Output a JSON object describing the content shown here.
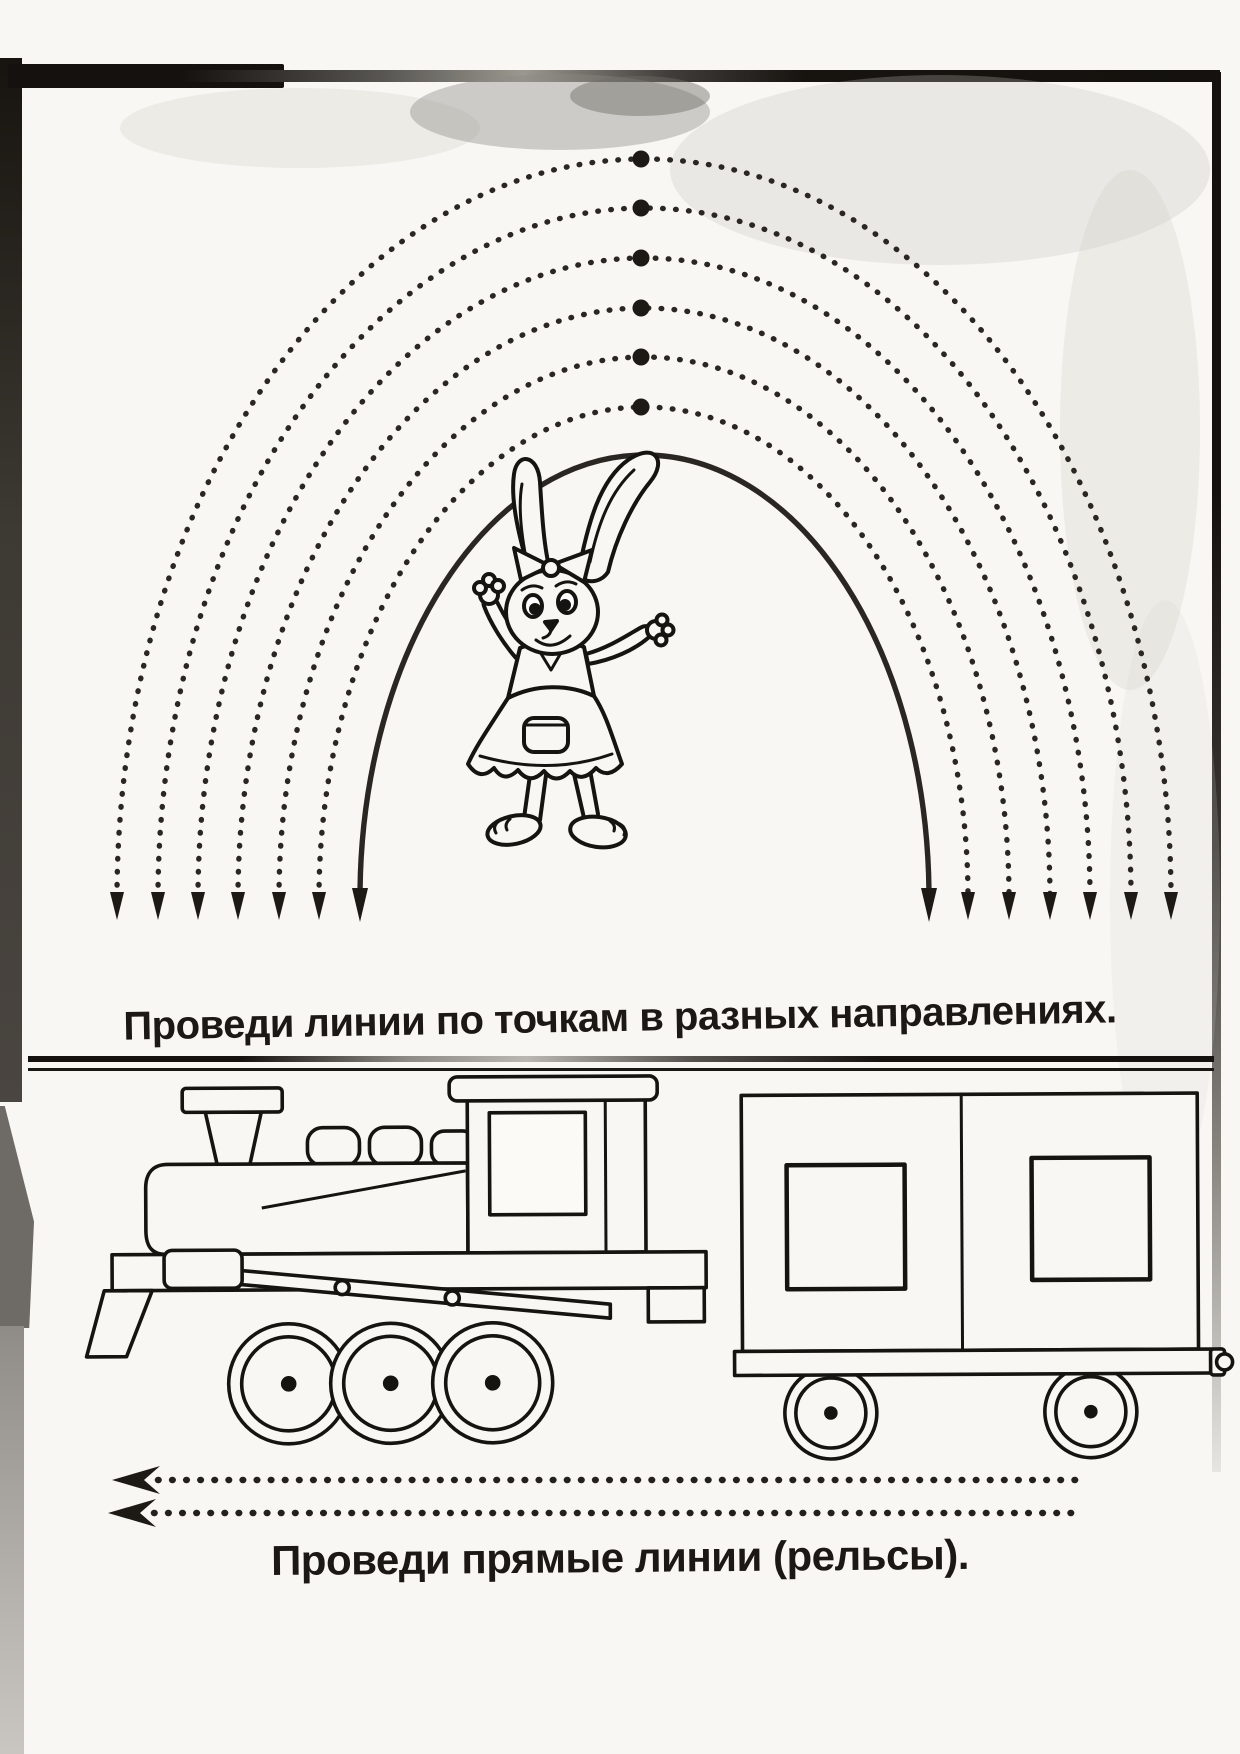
{
  "page": {
    "kind": "scanned children's tracing worksheet",
    "language": "Russian",
    "paper_color": "#f8f7f3",
    "ink_color": "#221f1b"
  },
  "activity_top": {
    "caption": "Проведи линии по точкам в разных направлениях.",
    "dotted_arc_count": 6,
    "solid_arc_count": 1,
    "apex_dot_count": 6,
    "arrow_direction": "down",
    "illustration": "dancing-bunny-in-dress"
  },
  "activity_bottom": {
    "caption": "Проведи прямые линии (рельсы).",
    "rail_line_count": 2,
    "arrow_direction": "left",
    "illustration": "steam-locomotive-with-wagon"
  },
  "icons": {
    "arrow_down": "▼",
    "arrow_left": "◄"
  }
}
